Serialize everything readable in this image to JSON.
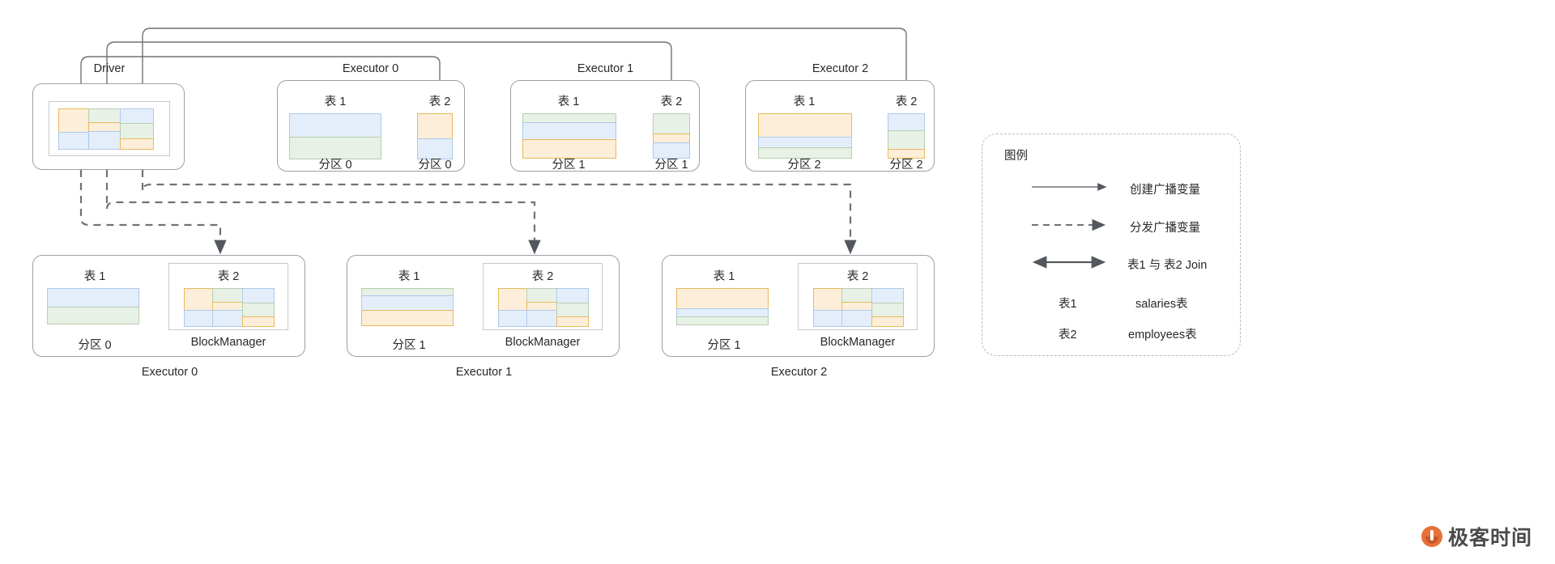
{
  "diagram": {
    "title_top_nodes": {
      "driver": "Driver",
      "executor0": "Executor 0",
      "executor1": "Executor 1",
      "executor2": "Executor 2"
    },
    "bottom_nodes": {
      "executor0": "Executor 0",
      "executor1": "Executor 1",
      "executor2": "Executor 2"
    },
    "labels": {
      "table1": "表 1",
      "table2": "表 2",
      "block_manager": "BlockManager",
      "partition0": "分区 0",
      "partition1": "分区 1",
      "partition2": "分区 2"
    }
  },
  "top_row": [
    {
      "name": "executor0",
      "title": "Executor 0",
      "table1": {
        "label": "表 1",
        "partition": "分区 0",
        "stripes": [
          {
            "color": "blue",
            "h": 30
          },
          {
            "color": "green",
            "h": 28
          }
        ]
      },
      "table2": {
        "label": "表 2",
        "partition": "分区 0",
        "stripes": [
          {
            "color": "orange",
            "h": 32
          },
          {
            "color": "blue",
            "h": 26
          }
        ]
      }
    },
    {
      "name": "executor1",
      "title": "Executor 1",
      "table1": {
        "label": "表 1",
        "partition": "分区 1",
        "stripes": [
          {
            "color": "green",
            "h": 12
          },
          {
            "color": "blue",
            "h": 22
          },
          {
            "color": "orange",
            "h": 24
          }
        ]
      },
      "table2": {
        "label": "表 2",
        "partition": "分区 1",
        "stripes": [
          {
            "color": "green",
            "h": 26
          },
          {
            "color": "orange",
            "h": 12
          },
          {
            "color": "blue",
            "h": 20
          }
        ]
      }
    },
    {
      "name": "executor2",
      "title": "Executor 2",
      "table1": {
        "label": "表 1",
        "partition": "分区 2",
        "stripes": [
          {
            "color": "orange",
            "h": 30
          },
          {
            "color": "blue",
            "h": 14
          },
          {
            "color": "green",
            "h": 14
          }
        ]
      },
      "table2": {
        "label": "表 2",
        "partition": "分区 2",
        "stripes": [
          {
            "color": "blue",
            "h": 22
          },
          {
            "color": "green",
            "h": 24
          },
          {
            "color": "orange",
            "h": 12
          }
        ]
      }
    }
  ],
  "bottom_row": [
    {
      "name": "executor0",
      "title": "Executor 0",
      "table1": {
        "label": "表 1",
        "partition": "分区 0",
        "stripes": [
          {
            "color": "blue",
            "h": 30
          },
          {
            "color": "green",
            "h": 28
          }
        ]
      },
      "table2": {
        "label": "表 2",
        "block_manager": "BlockManager"
      }
    },
    {
      "name": "executor1",
      "title": "Executor 1",
      "table1": {
        "label": "表 1",
        "partition": "分区 1",
        "stripes": [
          {
            "color": "green",
            "h": 12
          },
          {
            "color": "blue",
            "h": 22
          },
          {
            "color": "orange",
            "h": 24
          }
        ]
      },
      "table2": {
        "label": "表 2",
        "block_manager": "BlockManager"
      }
    },
    {
      "name": "executor2",
      "title": "Executor 2",
      "table1": {
        "label": "表 1",
        "partition": "分区 1",
        "stripes": [
          {
            "color": "orange",
            "h": 30
          },
          {
            "color": "blue",
            "h": 14
          },
          {
            "color": "green",
            "h": 14
          }
        ]
      },
      "table2": {
        "label": "表 2",
        "block_manager": "BlockManager"
      }
    }
  ],
  "broadcast_grid": {
    "columns": [
      {
        "cells": [
          {
            "color": "orange",
            "h": 33
          },
          {
            "color": "blue",
            "h": 25
          }
        ]
      },
      {
        "cells": [
          {
            "color": "green",
            "h": 20
          },
          {
            "color": "orange",
            "h": 13
          },
          {
            "color": "blue",
            "h": 25
          }
        ]
      },
      {
        "cells": [
          {
            "color": "blue",
            "h": 21
          },
          {
            "color": "green",
            "h": 22
          },
          {
            "color": "orange",
            "h": 15
          }
        ]
      }
    ]
  },
  "legend": {
    "title": "图例",
    "rows": [
      {
        "kind": "solid-arrow",
        "text": "创建广播变量"
      },
      {
        "kind": "dashed-arrow",
        "text": "分发广播变量"
      },
      {
        "kind": "double-arrow",
        "text": "表1 与  表2 Join"
      }
    ],
    "mappings": [
      {
        "key": "表1",
        "value": "salaries表"
      },
      {
        "key": "表2",
        "value": "employees表"
      }
    ]
  },
  "watermark": {
    "text": "极客时间"
  },
  "colors": {
    "blue_fill": "#e4eefb",
    "blue_border": "#aec9e8",
    "green_fill": "#e8f1e6",
    "green_border": "#b6ceb0",
    "orange_fill": "#fdeed9",
    "orange_border": "#e8b95e",
    "line": "#6f7378",
    "box_border": "#9aa0a6",
    "inner_border": "#c6c9cc",
    "text": "#27282b",
    "brand": "#e8703a"
  }
}
